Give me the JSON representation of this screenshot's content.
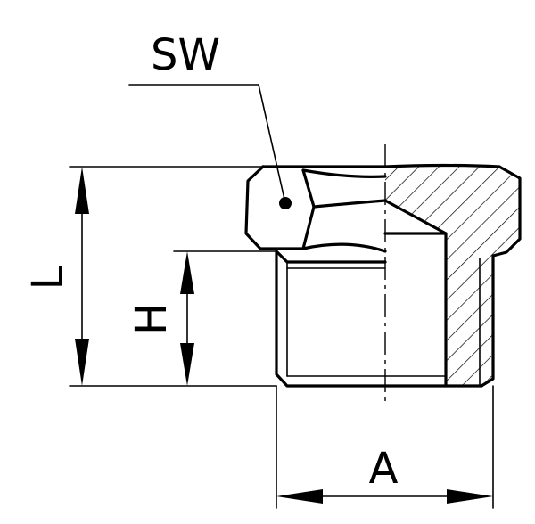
{
  "labels": {
    "sw": "SW",
    "l": "L",
    "h": "H",
    "a": "A"
  }
}
